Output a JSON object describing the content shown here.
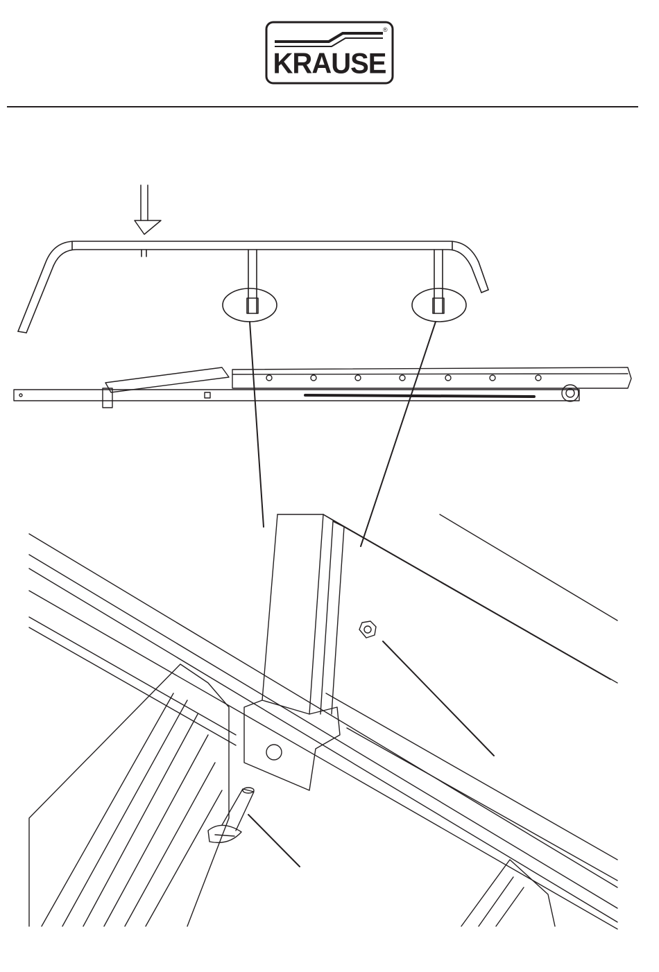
{
  "brand": {
    "logo_text": "KRAUSE",
    "registered_mark": "®",
    "ink_color": "#231f20"
  },
  "illustration": {
    "parts": [
      {
        "name": "top-rail-assembly"
      },
      {
        "name": "folded-ladder-section"
      },
      {
        "name": "connection-detail"
      },
      {
        "name": "lock-nut"
      },
      {
        "name": "slotted-screw"
      }
    ]
  }
}
